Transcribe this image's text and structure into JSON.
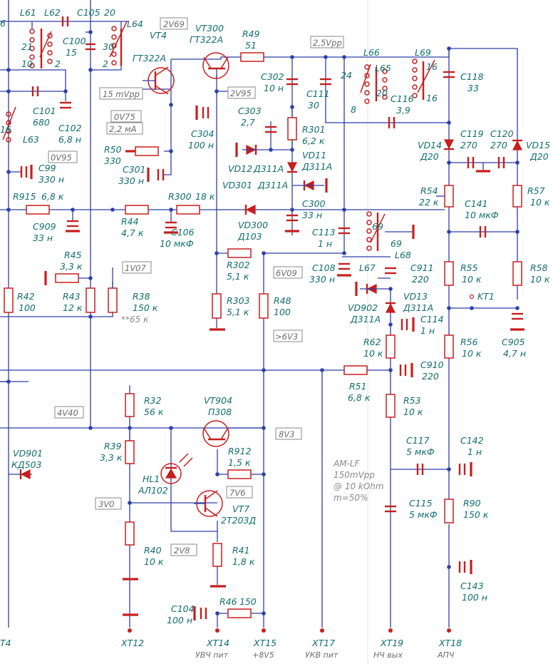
{
  "components": {
    "L61": "L61",
    "L62": "L62",
    "L63": "L63",
    "L64": "L64",
    "L65": "L65",
    "L66": "L66",
    "L67": "L67",
    "L68": "L68",
    "L69": "L69",
    "L61_t1": "21",
    "L61_t2": "10",
    "L62_t": "2",
    "L64_t1": "30",
    "L64_t2": "2",
    "L63_t": "16",
    "L61_left": "6",
    "L66_t1": "24",
    "L66_t2": "8",
    "L65_t": "20",
    "L69_t1": "16",
    "L69_t2": "16",
    "L68_t1": "69",
    "L68_t2": "69",
    "C100": "C100",
    "C100_v": "15",
    "C105": "C105",
    "C105_v": "20",
    "C101": "C101",
    "C101_v": "680",
    "C102": "C102",
    "C102_v": "6,8 н",
    "C99": "C99",
    "C99_v": "330 н",
    "C909": "C909",
    "C909_v": "33 н",
    "C106": "C106",
    "C106_v": "10 мкФ",
    "C301": "C301",
    "C301_v": "330 н",
    "C304": "C304",
    "C304_v": "100 н",
    "C302": "C302",
    "C302_v": "10 н",
    "C303": "C303",
    "C303_v": "2,7",
    "C300": "C300",
    "C300_v": "33 н",
    "C111": "C111",
    "C111_v": "30",
    "C116": "C116",
    "C116_v": "3,9",
    "C118": "C118",
    "C118_v": "33",
    "C119": "C119",
    "C119_v": "270",
    "C120": "C120",
    "C120_v": "270",
    "C141": "C141",
    "C141_v": "10 мкФ",
    "C113": "C113",
    "C113_v": "1 н",
    "C108": "C108",
    "C108_v": "330 н",
    "C911": "C911",
    "C911_v": "220",
    "C114": "C114",
    "C114_v": "1 н",
    "C910": "C910",
    "C910_v": "220",
    "C905": "C905",
    "C905_v": "4,7 н",
    "C117": "C117",
    "C117_v": "5 мкФ",
    "C142": "C142",
    "C142_v": "1 н",
    "C115": "C115",
    "C115_v": "5 мкФ",
    "C143": "C143",
    "C143_v": "100 н",
    "C104": "C104",
    "C104_v": "100 н",
    "R915": "R915",
    "R915_v": "6,8 к",
    "R44": "R44",
    "R44_v": "4,7 к",
    "R300": "R300",
    "R300_v": "18 к",
    "R50": "R50",
    "R50_v": "330",
    "R49": "R49",
    "R49_v": "51",
    "R301": "R301",
    "R301_v": "6,2 к",
    "R45": "R45",
    "R45_v": "3,3 к",
    "R43": "R43",
    "R43_v": "12 к",
    "R42": "R42",
    "R42_v": "100",
    "R38": "R38",
    "R38_v": "150 к",
    "R302": "R302",
    "R302_v": "5,1 к",
    "R303": "R303",
    "R303_v": "5,1 к",
    "R48": "R48",
    "R48_v": "100",
    "R54": "R54",
    "R54_v": "22 к",
    "R57": "R57",
    "R57_v": "10 к",
    "R55": "R55",
    "R55_v": "10 к",
    "R58": "R58",
    "R58_v": "10 к",
    "R56": "R56",
    "R56_v": "10 к",
    "R62": "R62",
    "R62_v": "10 к",
    "R51": "R51",
    "R51_v": "6,8 к",
    "R53": "R53",
    "R53_v": "10 к",
    "R32": "R32",
    "R32_v": "56 к",
    "R39": "R39",
    "R39_v": "3,3 к",
    "R40": "R40",
    "R40_v": "10 к",
    "R912": "R912",
    "R912_v": "1,5 к",
    "R41": "R41",
    "R41_v": "1,8 к",
    "R90": "R90",
    "R90_v": "150 к",
    "R46": "R46",
    "R46_v": "150",
    "VT4": "VT4",
    "VT4_t": "ГТ322А",
    "VT300": "VT300",
    "VT300_t": "ГТ322А",
    "VT904": "VT904",
    "VT904_t": "П308",
    "VT7": "VT7",
    "VT7_t": "2Т203Д",
    "VD12": "VD12",
    "VD12_t": "Д311А",
    "VD11": "VD11",
    "VD11_t": "Д311А",
    "VD301": "VD301",
    "VD301_t": "Д311А",
    "VD300": "VD300",
    "VD300_t": "Д103",
    "VD14": "VD14",
    "VD14_t": "Д20",
    "VD15": "VD15",
    "VD15_t": "Д20",
    "VD902": "VD902",
    "VD902_t": "Д311А",
    "VD13": "VD13",
    "VD13_t": "Д311А",
    "VD901": "VD901",
    "VD901_t": "КД503",
    "HL1": "HL1",
    "HL1_t": "АЛ102",
    "KT1": "KT1"
  },
  "voltages": {
    "v2V69": "2V69",
    "v2V5pp": "2,5Vpp",
    "v15mVpp": "15 mVpp",
    "v2V95": "2V95",
    "v0V75": "0V75",
    "v2_2mA": "2,2 мА",
    "v0V95": "0V95",
    "v1V07": "1V07",
    "v6V09": "6V09",
    "v6V3": ">6V3",
    "v4V40": "4V40",
    "v8V3": "8V3",
    "v3V0": "3V0",
    "v7V6": "7V6",
    "v2V8": "2V8"
  },
  "notes": {
    "r38_note": "**65 к",
    "am_lf_1": "AM-LF",
    "am_lf_2": "150mVpp",
    "am_lf_3": "@ 10 kOhm",
    "am_lf_4": "m=50%"
  },
  "connectors": {
    "XT12": "XT12",
    "XT14": "XT14",
    "XT15": "XT15",
    "XT17": "XT17",
    "XT19": "XT19",
    "XT18": "XT18",
    "XT14_s": "УВЧ пит",
    "XT15_s": "+8V5",
    "XT17_s": "УКВ пит",
    "XT19_s": "НЧ вых",
    "XT18_s": "АПЧ",
    "left_edge": "Т4"
  },
  "colors": {
    "wire": "#2f3fa8",
    "component": "#c81e1e",
    "label": "#12706e",
    "voltage": "#6c6c6c"
  }
}
